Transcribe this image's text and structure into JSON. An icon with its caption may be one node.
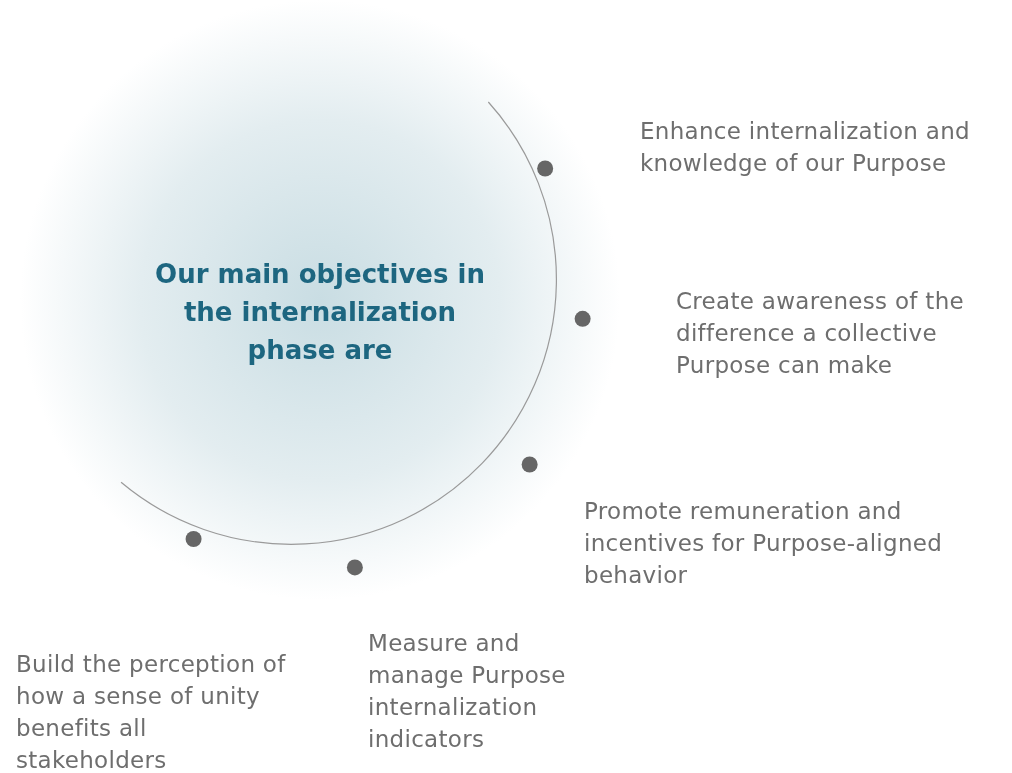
{
  "diagram": {
    "nodes": [
      {
        "text": [
          "Our main objectives in the internalization phase are"
        ]
      }
    ],
    "labels": [
      "Enhance internalization and knowledge of our Purpose",
      "Create awareness of the difference a collective Purpose can make",
      "Promote remuneration and incentives for Purpose-aligned behavior",
      "Measure and manage Purpose internalization indicators",
      "Build the perception of how a sense of unity benefits all stakeholders"
    ]
  }
}
